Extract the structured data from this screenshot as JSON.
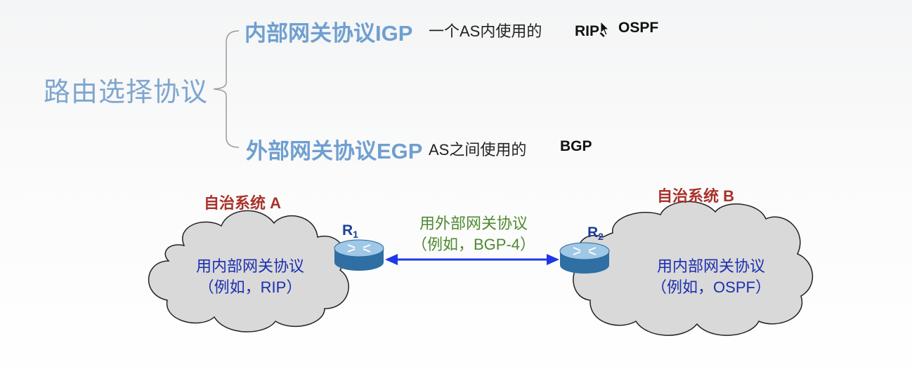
{
  "root": {
    "title": "路由选择协议"
  },
  "igp": {
    "title": "内部网关协议IGP",
    "desc": "一个AS内使用的",
    "examples": [
      "RIP、",
      "OSPF"
    ]
  },
  "egp": {
    "title": "外部网关协议EGP",
    "desc": "AS之间使用的",
    "examples": [
      "BGP"
    ]
  },
  "diagram": {
    "as_a": {
      "title": "自治系统 A",
      "line1": "用内部网关协议",
      "line2": "（例如，RIP）"
    },
    "as_b": {
      "title": "自治系统 B",
      "line1": "用内部网关协议",
      "line2": "（例如，OSPF）"
    },
    "link": {
      "line1": "用外部网关协议",
      "line2": "（例如，BGP-4）"
    },
    "router1": {
      "label": "R",
      "sub": "1"
    },
    "router2": {
      "label": "R",
      "sub": "2"
    }
  },
  "colors": {
    "title_blue": "#6f9fd0",
    "as_red": "#a8322b",
    "cloud_text_blue": "#1c2fb0",
    "link_green": "#4e8a31",
    "arrow_blue": "#1f38e6",
    "cloud_fill": "#d9d9d9"
  }
}
